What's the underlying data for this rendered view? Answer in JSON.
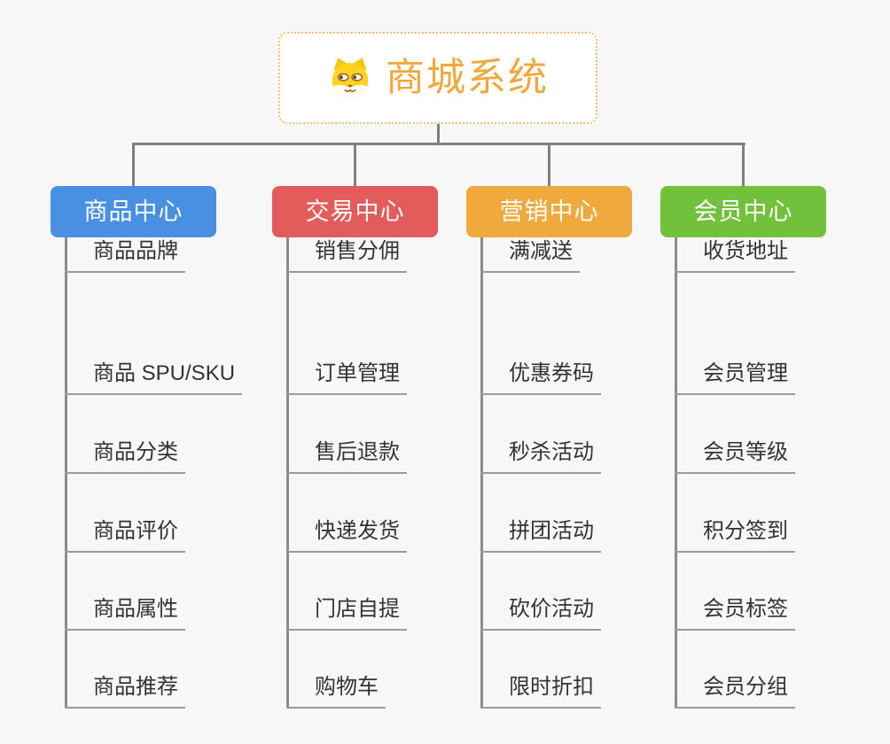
{
  "root": {
    "title": "商城系统",
    "icon": "dog-face-icon",
    "title_color": "#F0A83C",
    "border_color": "#F5C168"
  },
  "branches": [
    {
      "label": "商品中心",
      "color": "#4A90E2",
      "items": [
        "商品 SPU/SKU",
        "商品分类",
        "商品评价",
        "商品属性",
        "商品推荐",
        "商品品牌"
      ]
    },
    {
      "label": "交易中心",
      "color": "#E25C5C",
      "items": [
        "订单管理",
        "售后退款",
        "快递发货",
        "门店自提",
        "购物车",
        "销售分佣"
      ]
    },
    {
      "label": "营销中心",
      "color": "#EFA93C",
      "items": [
        "优惠券码",
        "秒杀活动",
        "拼团活动",
        "砍价活动",
        "限时折扣",
        "满减送"
      ]
    },
    {
      "label": "会员中心",
      "color": "#72C13C",
      "items": [
        "会员管理",
        "会员等级",
        "积分签到",
        "会员标签",
        "会员分组",
        "收货地址"
      ]
    }
  ],
  "colors": {
    "background": "#F7F7F8",
    "connector": "#808080",
    "underline": "#9B9B9B",
    "item_text": "#333333",
    "header_text": "#FFFFFF"
  }
}
